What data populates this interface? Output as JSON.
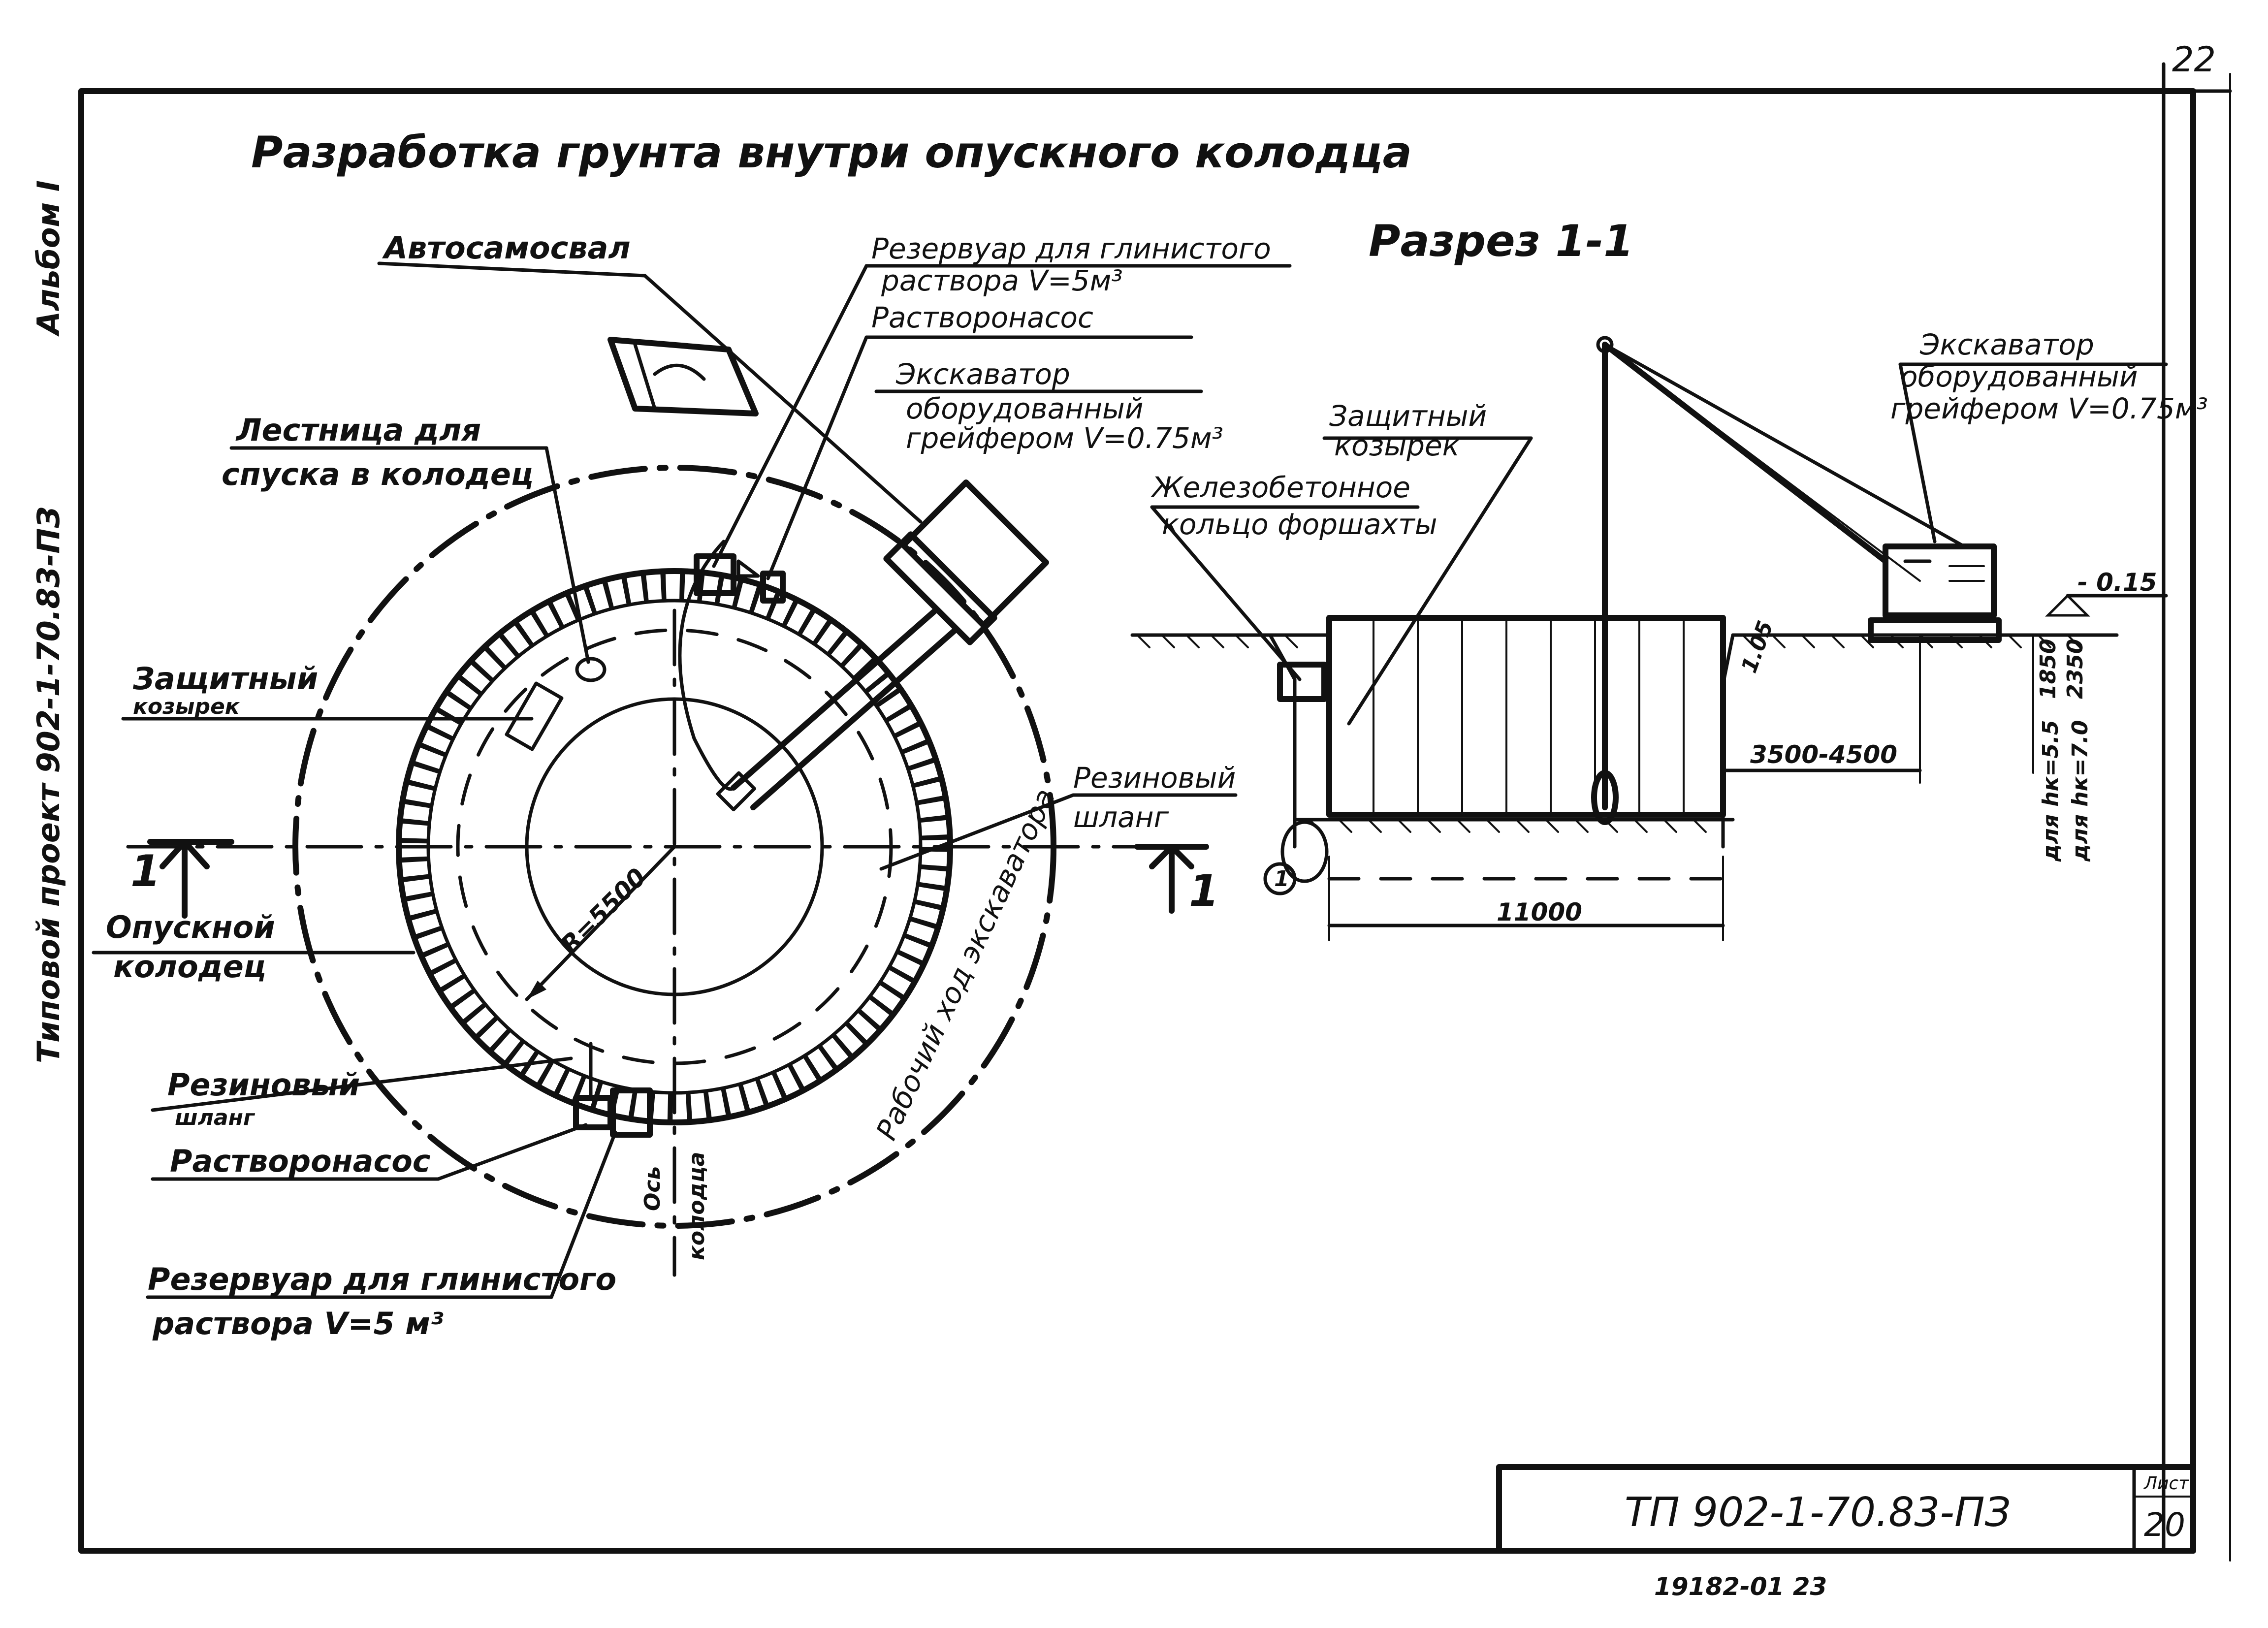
{
  "sheet": {
    "page_number": "22",
    "album_label": "Альбом I",
    "project_label": "Типовой проект 902-1-70.83-ПЗ",
    "stamp_code": "ТП 902-1-70.83-ПЗ",
    "sheet_label": "Лист",
    "sheet_number": "20",
    "archive_code": "19182-01  23"
  },
  "plan": {
    "title": "Разработка грунта внутри опускного колодца",
    "labels": {
      "dump_truck": "Автосамосвал",
      "reservoir_top_1": "Резервуар для глинистого",
      "reservoir_top_2": "раствора  V=5м³",
      "pump_top": "Растворонасос",
      "excavator_1": "Экскаватор",
      "excavator_2": "оборудованный",
      "excavator_3": "грейфером V=0.75м³",
      "ladder_1": "Лестница для",
      "ladder_2": "спуска в колодец",
      "shield_1": "Защитный",
      "shield_2": "козырек",
      "hose_right_1": "Резиновый",
      "hose_right_2": "шланг",
      "well_1": "Опускной",
      "well_2": "колодец",
      "hose_bottom_1": "Резиновый",
      "hose_bottom_2": "шланг",
      "pump_bottom": "Растворонасос",
      "reservoir_bottom_1": "Резервуар для глинистого",
      "reservoir_bottom_2": "раствора  V=5 м³",
      "radius": "R=5500",
      "axis_1": "Ось",
      "axis_2": "колодца",
      "work_path": "Рабочий ход экскаватора",
      "cut_left": "1",
      "cut_right": "1"
    }
  },
  "section": {
    "title": "Разрез 1-1",
    "labels": {
      "excavator_1": "Экскаватор",
      "excavator_2": "оборудованный",
      "excavator_3": "грейфером V=0.75м³",
      "shield_1": "Защитный",
      "shield_2": "козырек",
      "ring_1": "Железобетонное",
      "ring_2": "кольцо форшахты",
      "level_top": "- 0.15",
      "dim_105": "1.05",
      "dim_1850": "1850",
      "dim_2350": "2350",
      "dim_3500": "3500-4500",
      "dim_11000": "11000",
      "note_hk55": "для hк=5.5",
      "note_hk70": "для hк=7.0",
      "circle_mark": "1"
    }
  },
  "colors": {
    "ink": "#111111",
    "paper": "#ffffff"
  }
}
